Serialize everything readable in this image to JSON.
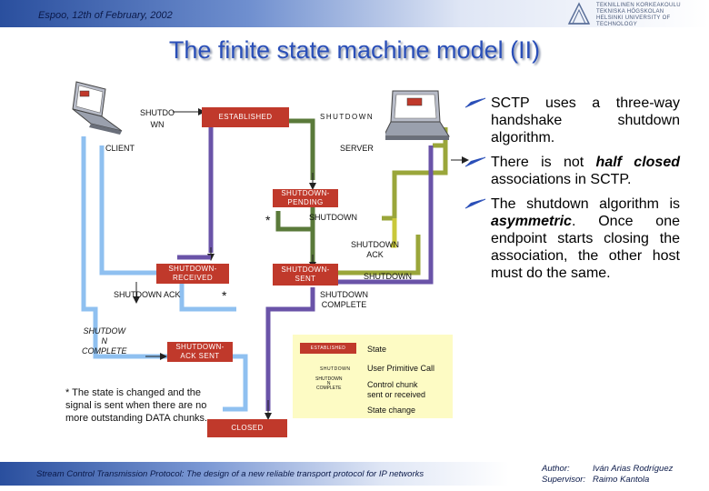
{
  "header": {
    "date": "Espoo, 12th of February, 2002"
  },
  "logo": {
    "lines": [
      "TEKNILLINEN KORKEAKOULU",
      "TEKNISKA HÖGSKOLAN",
      "HELSINKI UNIVERSITY OF TECHNOLOGY"
    ]
  },
  "title": "The finite state machine model (II)",
  "diagram": {
    "client_label": "CLIENT",
    "server_label": "SERVER",
    "shutdown_call_client": [
      "SHUTDO",
      "WN"
    ],
    "states": {
      "established": "ESTABLISHED",
      "shutdown": "SHUTDOWN",
      "shutdown_pending": [
        "SHUTDOWN-",
        "PENDING"
      ],
      "shutdown_received": [
        "SHUTDOWN-",
        "RECEIVED"
      ],
      "shutdown_sent": [
        "SHUTDOWN-",
        "SENT"
      ],
      "shutdown_ack_sent": [
        "SHUTDOWN-",
        "ACK SENT"
      ],
      "closed": "CLOSED"
    },
    "events": {
      "shutdown_mid": "SHUTDOWN",
      "shutdown_ack_right": [
        "SHUTDOWN",
        "ACK"
      ],
      "shutdown_right": "SHUTDOWN",
      "shutdown_ack_left": "SHUTDOWN ACK",
      "shutdown_complete_right": [
        "SHUTDOWN",
        "COMPLETE"
      ],
      "shutdown_complete_left": [
        "SHUTDOW",
        "N",
        "COMPLETE"
      ]
    },
    "star": "*"
  },
  "legend": {
    "state_box": "ESTABLISHED",
    "state": "State",
    "user_call_box": "SHUTDOWN",
    "user_call": "User Primitive Call",
    "chunk_box": [
      "SHUTDOWN",
      "N",
      "COMPLETE"
    ],
    "chunk": [
      "Control chunk",
      "sent or received"
    ],
    "state_change": "State change"
  },
  "footnote": "* The state is changed and the signal is sent when there are no more outstanding DATA chunks.",
  "bullets": [
    {
      "parts": [
        {
          "text": "SCTP uses a three-way handshake shutdown algorithm."
        }
      ]
    },
    {
      "parts": [
        {
          "text": "There is not "
        },
        {
          "text": "half closed",
          "style": "bi"
        },
        {
          "text": " associations in SCTP."
        }
      ]
    },
    {
      "parts": [
        {
          "text": "The shutdown algorithm is "
        },
        {
          "text": "asymmetric",
          "style": "bi"
        },
        {
          "text": ". Once one endpoint starts closing the association, the other host must do the same."
        }
      ]
    }
  ],
  "footer": {
    "title": "Stream Control Transmission Protocol: The design of a new reliable transport protocol for IP networks",
    "author_label": "Author:",
    "author": "Iván Arias Rodríguez",
    "supervisor_label": "Supervisor:",
    "supervisor": "Raimo Kantola"
  },
  "colors": {
    "state_box": "#c0392b",
    "established_box": "#c0392b",
    "server_flow": "#9aa63a",
    "client_flow": "#8fc0f0",
    "purple_flow": "#6a53a8",
    "ack_flow": "#c9c83a",
    "mid_flow": "#5a7a3a",
    "legend_bg": "#fdfbc4",
    "title": "#2a4fb8"
  }
}
